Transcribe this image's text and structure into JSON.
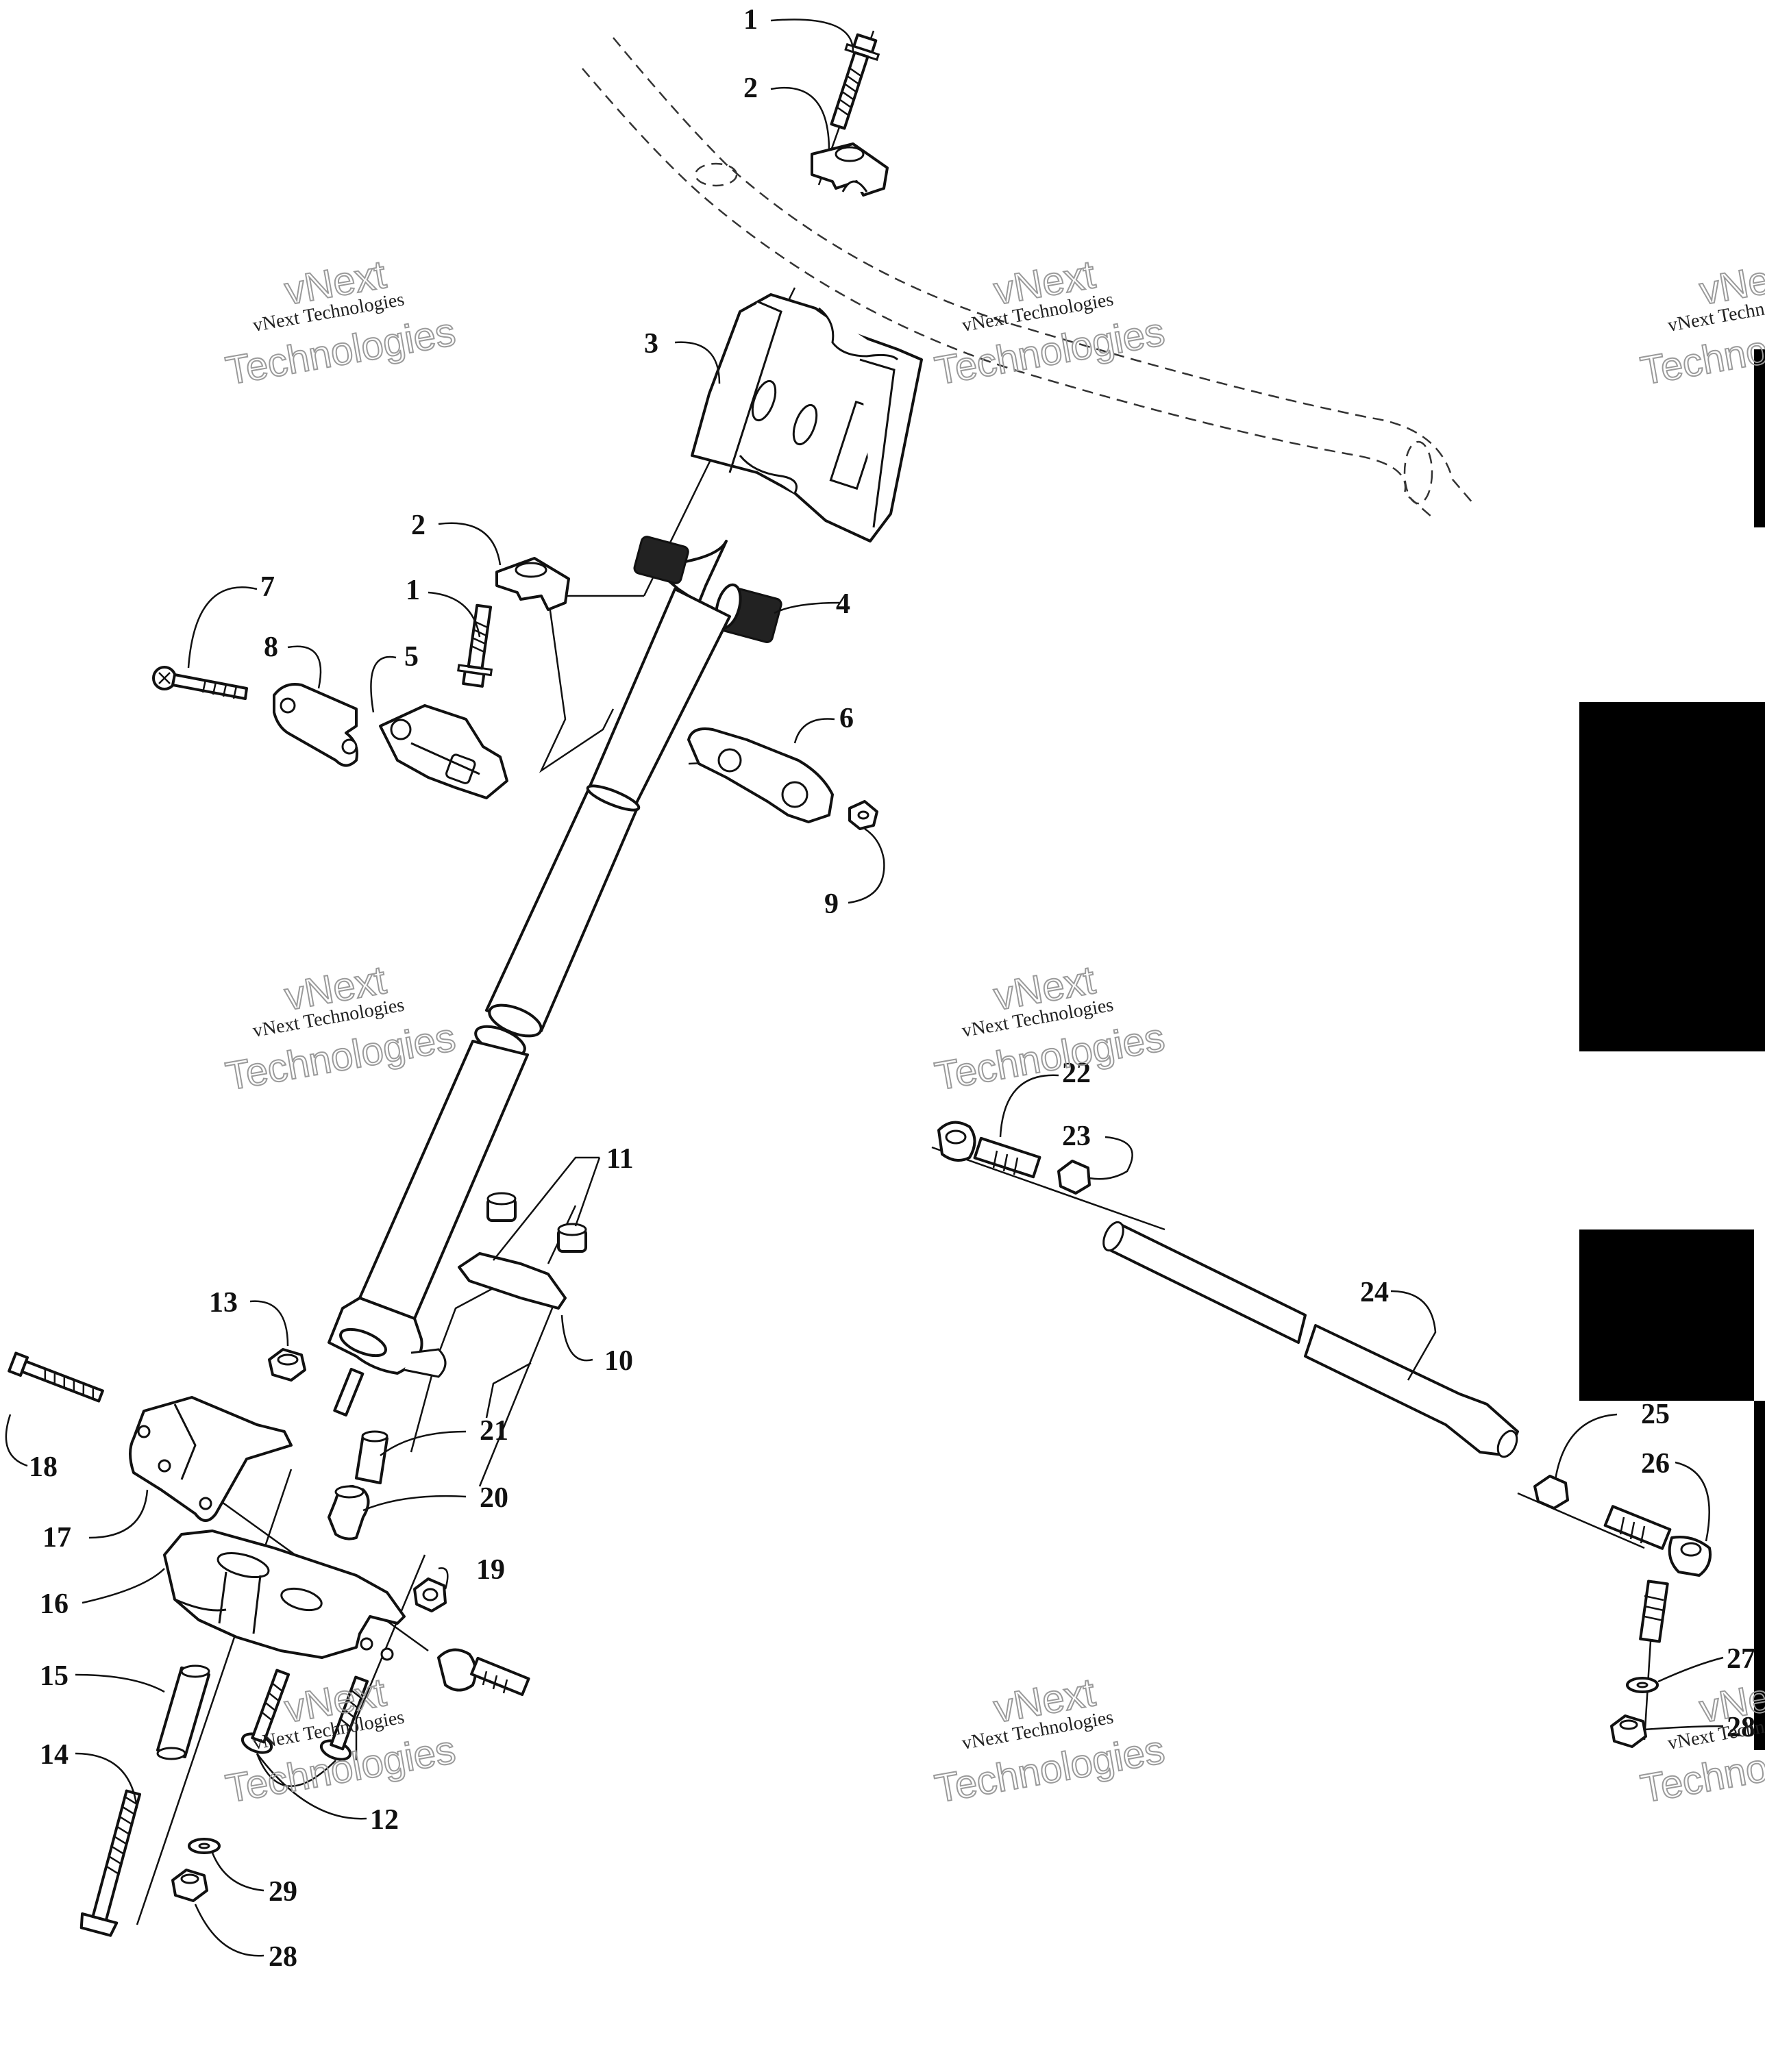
{
  "watermark": {
    "line1": "vNext Technologies",
    "line2": "vNext",
    "line3": "Technologies"
  },
  "callouts": [
    {
      "id": "c1a",
      "label": "1"
    },
    {
      "id": "c2a",
      "label": "2"
    },
    {
      "id": "c3",
      "label": "3"
    },
    {
      "id": "c2b",
      "label": "2"
    },
    {
      "id": "c1b",
      "label": "1"
    },
    {
      "id": "c4",
      "label": "4"
    },
    {
      "id": "c7",
      "label": "7"
    },
    {
      "id": "c8",
      "label": "8"
    },
    {
      "id": "c5",
      "label": "5"
    },
    {
      "id": "c6",
      "label": "6"
    },
    {
      "id": "c9",
      "label": "9"
    },
    {
      "id": "c22",
      "label": "22"
    },
    {
      "id": "c23",
      "label": "23"
    },
    {
      "id": "c11",
      "label": "11"
    },
    {
      "id": "c24",
      "label": "24"
    },
    {
      "id": "c13",
      "label": "13"
    },
    {
      "id": "c10",
      "label": "10"
    },
    {
      "id": "c18",
      "label": "18"
    },
    {
      "id": "c21",
      "label": "21"
    },
    {
      "id": "c25",
      "label": "25"
    },
    {
      "id": "c26",
      "label": "26"
    },
    {
      "id": "c20",
      "label": "20"
    },
    {
      "id": "c17",
      "label": "17"
    },
    {
      "id": "c19",
      "label": "19"
    },
    {
      "id": "c16",
      "label": "16"
    },
    {
      "id": "c15",
      "label": "15"
    },
    {
      "id": "c27",
      "label": "27"
    },
    {
      "id": "c14",
      "label": "14"
    },
    {
      "id": "c28b",
      "label": "28"
    },
    {
      "id": "c12",
      "label": "12"
    },
    {
      "id": "c29",
      "label": "29"
    },
    {
      "id": "c28a",
      "label": "28"
    }
  ]
}
